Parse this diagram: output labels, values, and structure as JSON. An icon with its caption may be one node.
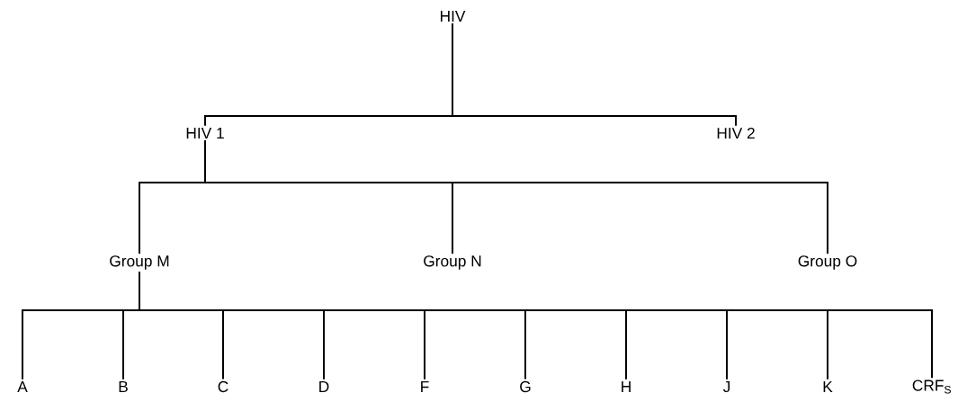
{
  "diagram": {
    "nodes": [
      {
        "text": [
          "HIV"
        ]
      },
      {
        "text": [
          "HIV 1"
        ]
      },
      {
        "text": [
          "HIV 2"
        ]
      },
      {
        "text": [
          "Group M"
        ]
      },
      {
        "text": [
          "Group N"
        ]
      },
      {
        "text": [
          "Group O"
        ]
      },
      {
        "text": [
          "A"
        ]
      },
      {
        "text": [
          "B"
        ]
      },
      {
        "text": [
          "C"
        ]
      },
      {
        "text": [
          "D"
        ]
      },
      {
        "text": [
          "F"
        ]
      },
      {
        "text": [
          "G"
        ]
      },
      {
        "text": [
          "H"
        ]
      },
      {
        "text": [
          "J"
        ]
      },
      {
        "text": [
          "K"
        ]
      },
      {
        "text": [
          "CRF$_{S}$"
        ]
      }
    ],
    "edges": [
      {
        "from": 0,
        "to": 1,
        "arrow": "none"
      },
      {
        "from": 0,
        "to": 2,
        "arrow": "none"
      },
      {
        "from": 1,
        "to": 3,
        "arrow": "none"
      },
      {
        "from": 1,
        "to": 4,
        "arrow": "none"
      },
      {
        "from": 1,
        "to": 5,
        "arrow": "none"
      },
      {
        "from": 3,
        "to": 6,
        "arrow": "none"
      },
      {
        "from": 3,
        "to": 7,
        "arrow": "none"
      },
      {
        "from": 3,
        "to": 8,
        "arrow": "none"
      },
      {
        "from": 3,
        "to": 9,
        "arrow": "none"
      },
      {
        "from": 3,
        "to": 10,
        "arrow": "none"
      },
      {
        "from": 3,
        "to": 11,
        "arrow": "none"
      },
      {
        "from": 3,
        "to": 12,
        "arrow": "none"
      },
      {
        "from": 3,
        "to": 13,
        "arrow": "none"
      },
      {
        "from": 3,
        "to": 14,
        "arrow": "none"
      },
      {
        "from": 3,
        "to": 15,
        "arrow": "none"
      }
    ]
  }
}
